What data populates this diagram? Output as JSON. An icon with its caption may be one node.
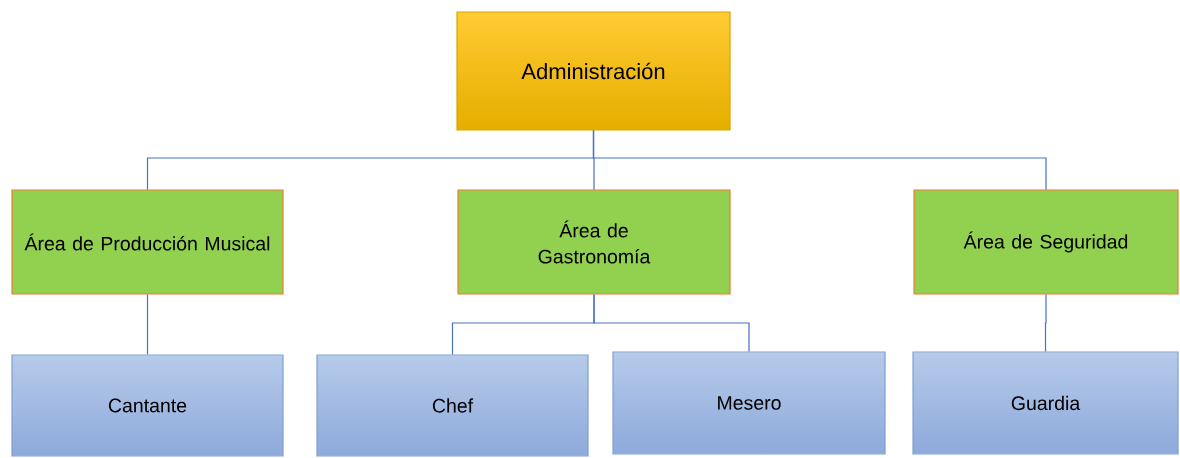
{
  "diagram": {
    "nodes": [
      {
        "text": [
          "Administración"
        ]
      },
      {
        "text": [
          "Área de Producción Musical"
        ]
      },
      {
        "text": [
          "Área de Gastronomía"
        ]
      },
      {
        "text": [
          "Área de Seguridad"
        ]
      },
      {
        "text": [
          "Cantante"
        ]
      },
      {
        "text": [
          "Chef"
        ]
      },
      {
        "text": [
          "Mesero"
        ]
      },
      {
        "text": [
          "Guardia"
        ]
      }
    ],
    "edges": [
      {
        "from": 0,
        "to": 1,
        "arrow": "none"
      },
      {
        "from": 0,
        "to": 2,
        "arrow": "none"
      },
      {
        "from": 0,
        "to": 3,
        "arrow": "none"
      },
      {
        "from": 1,
        "to": 4,
        "arrow": "none"
      },
      {
        "from": 2,
        "to": 5,
        "arrow": "none"
      },
      {
        "from": 2,
        "to": 6,
        "arrow": "none"
      },
      {
        "from": 3,
        "to": 7,
        "arrow": "none"
      }
    ]
  }
}
